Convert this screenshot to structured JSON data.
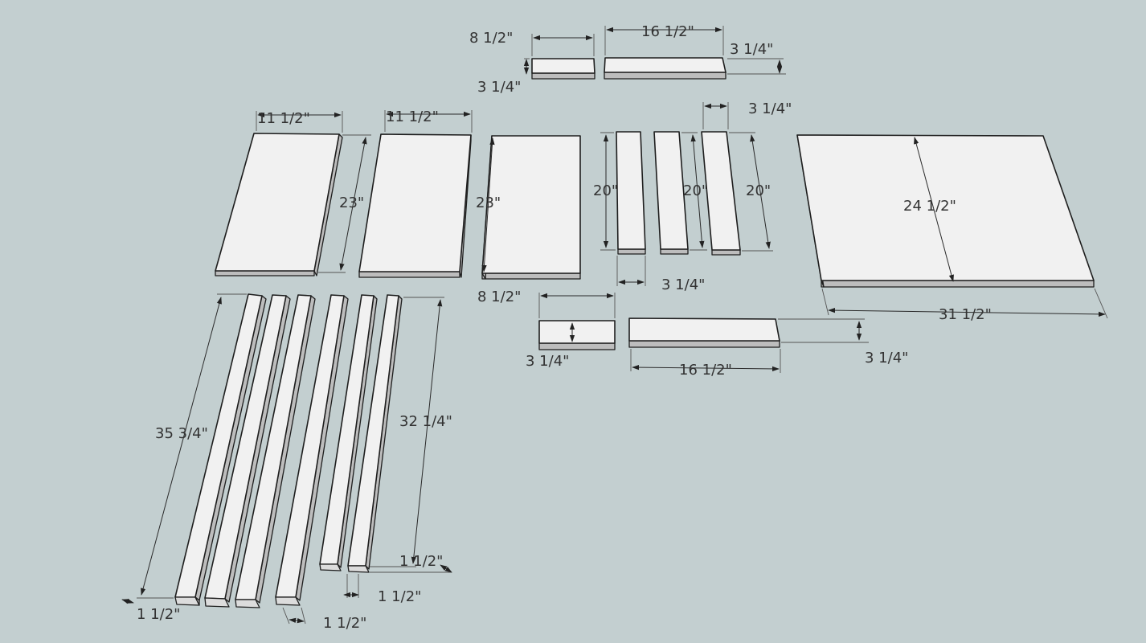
{
  "colors": {
    "background": "#c3cfd0",
    "board_face": "#f1f1f1",
    "board_edge": "#bdbdbd",
    "line": "#1e1e1e"
  },
  "dimensions": {
    "top_small_width": "8 1/2\"",
    "top_small_height": "3 1/4\"",
    "top_long_width": "16 1/2\"",
    "top_long_height": "3 1/4\"",
    "panel1_width": "11 1/2\"",
    "panel1_height": "23\"",
    "panel2_width": "11 1/2\"",
    "panel3_height": "23\"",
    "slat1_height": "20\"",
    "slat1_width": "3 1/4\"",
    "slat2_height": "20\"",
    "slat3_width": "3 1/4\"",
    "slat3_height": "20\"",
    "top_panel_depth": "24 1/2\"",
    "top_panel_width": "31 1/2\"",
    "bottom_small_width": "8 1/2\"",
    "bottom_small_height": "3 1/4\"",
    "bottom_long_width": "16 1/2\"",
    "bottom_long_height": "3 1/4\"",
    "leg_long_length": "35 3/4\"",
    "leg_short_length": "32 1/4\"",
    "leg_long_thickness": "1 1/2\"",
    "leg_mid_thickness": "1 1/2\"",
    "leg_short_thickness_a": "1 1/2\"",
    "leg_short_thickness_b": "1 1/2\""
  }
}
